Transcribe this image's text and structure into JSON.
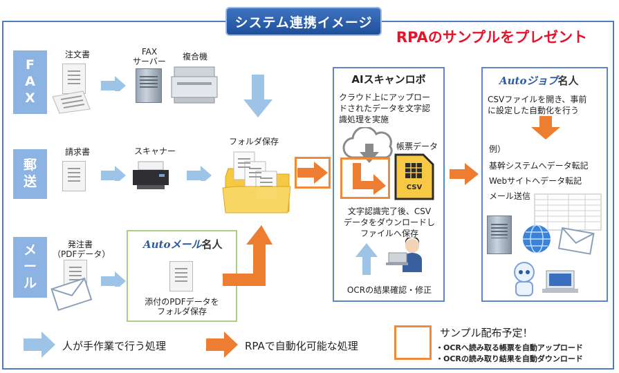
{
  "title": "システム連携イメージ",
  "present": "RPAのサンプルをプレゼント",
  "lanes": [
    {
      "chars": [
        "F",
        "A",
        "X"
      ]
    },
    {
      "chars": [
        "郵",
        "送"
      ]
    },
    {
      "chars": [
        "メ",
        "ー",
        "ル"
      ]
    }
  ],
  "fax": {
    "doc_label": "注文書",
    "server_label_1": "FAX",
    "server_label_2": "サーバー",
    "mfp_label": "複合機"
  },
  "mail_post": {
    "doc_label": "請求書",
    "scanner_label": "スキャナー"
  },
  "email": {
    "doc_label_1": "発注書",
    "doc_label_2": "（PDFデータ）"
  },
  "folder": {
    "label": "フォルダ保存"
  },
  "automail": {
    "logo_en": "Autoメール",
    "logo_ja": "名人",
    "caption_1": "添付のPDFデータを",
    "caption_2": "フォルダ保存"
  },
  "ai_scan": {
    "title": "AIスキャンロボ",
    "desc_1": "クラウド上にアップロー",
    "desc_2": "ドされたデータを文字認",
    "desc_3": "識処理を実施",
    "form_data_label": "帳票データ",
    "csv_label": "CSV",
    "done_1": "文字認識完了後、CSV",
    "done_2": "データをダウンロードし",
    "done_3": "ファイルへ保存",
    "ocr_check": "OCRの結果確認・修正"
  },
  "autojob": {
    "logo_en": "Autoジョブ",
    "logo_ja": "名人",
    "desc_1": "CSVファイルを開き、事前",
    "desc_2": "に設定した自動化を行う",
    "examples_label": "例）",
    "examples": [
      "基幹システムへデータ転記",
      "Webサイトへデータ転記",
      "メール送信"
    ]
  },
  "legend": {
    "manual": "人が手作業で行う処理",
    "rpa": "RPAで自動化可能な処理",
    "sample_title": "サンプル配布予定！",
    "sample_items": [
      "・OCRへ読み取る帳票を自動アップロード",
      "・OCRの読み取り結果を自動ダウンロード"
    ]
  },
  "colors": {
    "frame": "#4a7cc4",
    "lane": "#8db3e2",
    "manual_arrow": "#9dc3e6",
    "rpa_arrow": "#ed7d31",
    "present": "#e8132a"
  }
}
